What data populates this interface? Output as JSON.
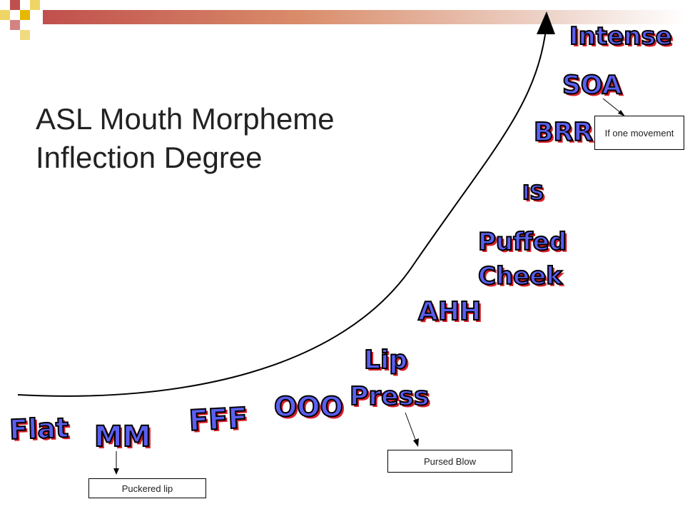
{
  "title": {
    "line1": "ASL Mouth Morpheme",
    "line2": "Inflection Degree"
  },
  "stages": {
    "flat": "Flat",
    "mm": "MM",
    "fff": "FFF",
    "ooo": "OOO",
    "lip_press_1": "Lip",
    "lip_press_2": "Press",
    "ahh": "AHH",
    "puffed_cheek_1": "Puffed",
    "puffed_cheek_2": "Cheek",
    "is": "IS",
    "brr": "BRR",
    "soa": "SOA",
    "intense": "Intense"
  },
  "notes": {
    "puckered_lip": "Puckered lip",
    "pursed_blow": "Pursed Blow",
    "if_one_movement": "If one movement"
  },
  "colors": {
    "label_fill": "#5b5ff0",
    "label_shadow": "#d8202a",
    "accent": "#c0504d",
    "accent_light": "#e6b800"
  }
}
